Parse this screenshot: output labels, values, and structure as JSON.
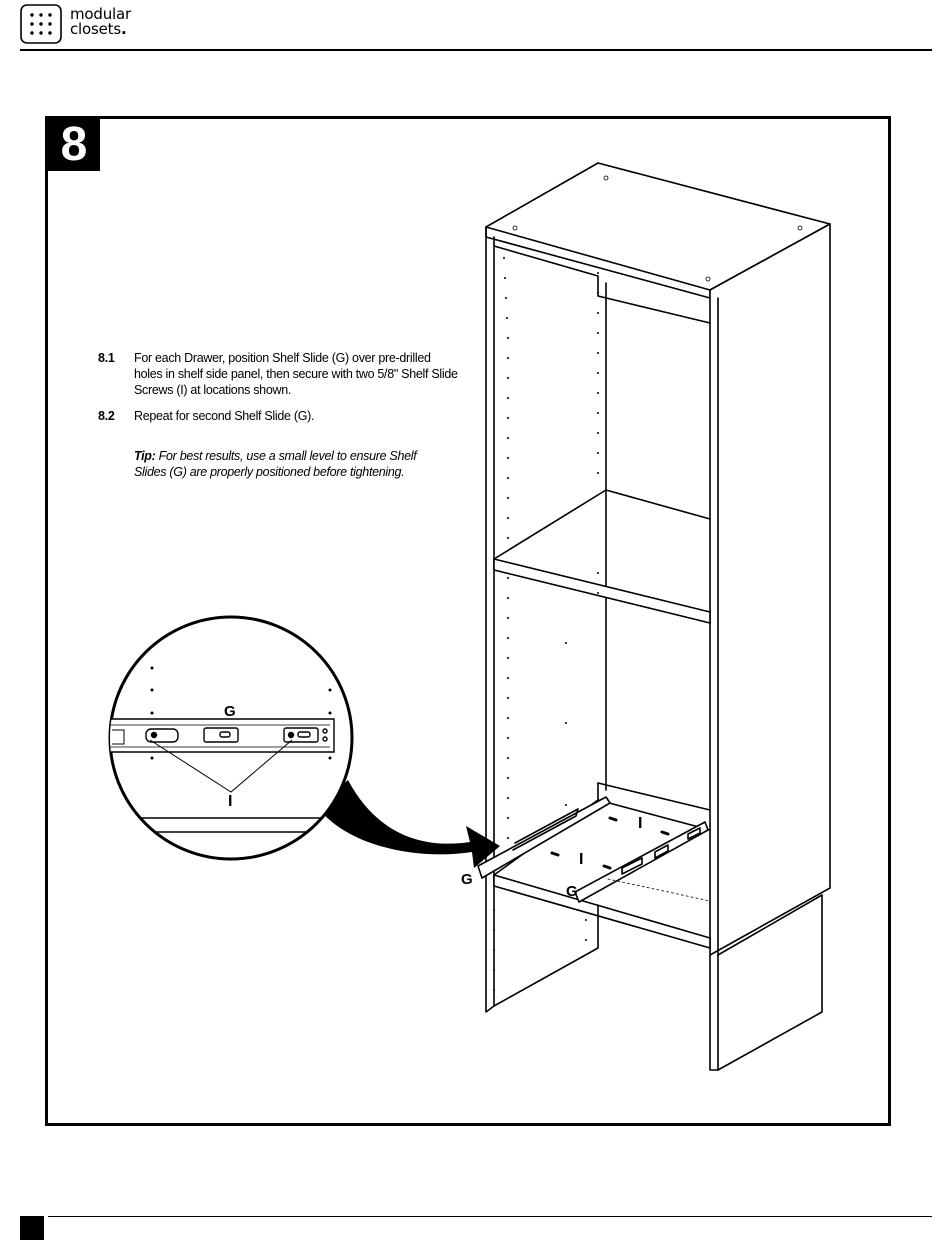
{
  "brand": {
    "line1": "modular",
    "line2": "closets",
    "dot": "."
  },
  "step": {
    "number": "8",
    "items": [
      {
        "num": "8.1",
        "text": "For each Drawer, position Shelf Slide (G) over pre-drilled holes in shelf side panel, then secure with two 5/8\" Shelf Slide Screws (I) at locations shown."
      },
      {
        "num": "8.2",
        "text": "Repeat for second Shelf Slide (G)."
      }
    ],
    "tip_label": "Tip:",
    "tip_text": "For best results, use a small level to ensure Shelf Slides (G) are properly positioned before tightening."
  },
  "callouts": {
    "inset_slide": "G",
    "inset_screw": "I",
    "main_slide_left": "G",
    "main_slide_right": "G",
    "main_screw_back": "I",
    "main_screw_front": "I"
  }
}
